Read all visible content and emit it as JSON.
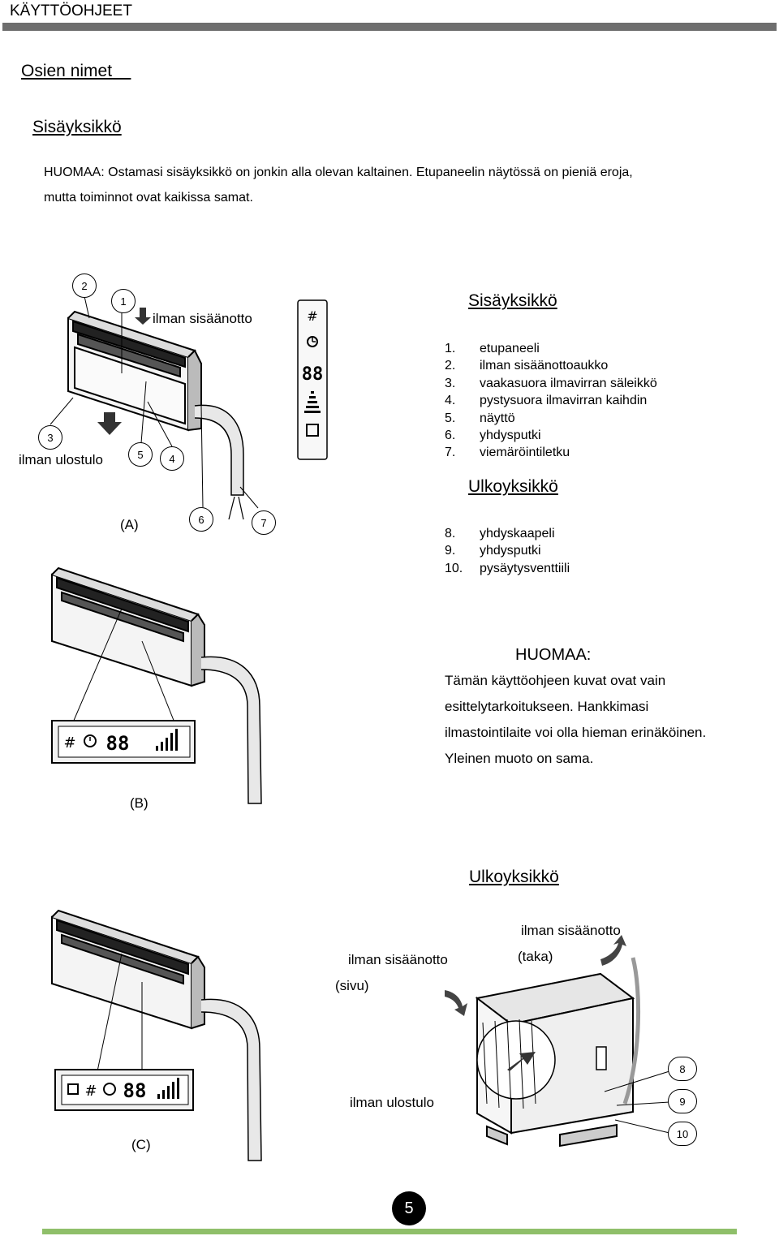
{
  "header": {
    "title": "KÄYTTÖOHJEET"
  },
  "section_title": "Osien nimet",
  "subsection_title": "Sisäyksikkö",
  "note": {
    "line1": "HUOMAA: Ostamasi sisäyksikkö on jonkin alla olevan kaltainen. Etupaneelin näytössä on pieniä eroja,",
    "line2": "mutta toiminnot ovat kaikissa samat."
  },
  "indoor_list": {
    "title": "Sisäyksikkö",
    "items": [
      {
        "num": "1.",
        "label": "etupaneeli"
      },
      {
        "num": "2.",
        "label": "ilman sisäänottoaukko"
      },
      {
        "num": "3.",
        "label": "vaakasuora ilmavirran säleikkö"
      },
      {
        "num": "4.",
        "label": "pystysuora ilmavirran kaihdin"
      },
      {
        "num": "5.",
        "label": "näyttö"
      },
      {
        "num": "6.",
        "label": "yhdysputki"
      },
      {
        "num": "7.",
        "label": "viemäröintiletku"
      }
    ]
  },
  "outdoor_list": {
    "title": "Ulkoyksikkö",
    "items": [
      {
        "num": "8.",
        "label": "yhdyskaapeli"
      },
      {
        "num": "9.",
        "label": "yhdysputki"
      },
      {
        "num": "10.",
        "label": "pysäytysventtiili"
      }
    ]
  },
  "huomaa_box": {
    "title": "HUOMAA:",
    "lines": [
      "Tämän käyttöohjeen kuvat ovat vain",
      "esittelytarkoitukseen. Hankkimasi",
      "ilmastointilaite voi olla hieman erinäköinen.",
      "Yleinen muoto on sama."
    ]
  },
  "outdoor_section_title": "Ulkoyksikkö",
  "diagram_labels": {
    "air_intake": "ilman sisäänotto",
    "air_outlet": "ilman ulostulo",
    "variant_a": "(A)",
    "variant_b": "(B)",
    "variant_c": "(C)",
    "outdoor_intake_side": "ilman sisäänotto",
    "side": "(sivu)",
    "outdoor_intake_back": "ilman sisäänotto",
    "back": "(taka)",
    "outdoor_outlet": "ilman ulostulo"
  },
  "callouts": [
    "1",
    "2",
    "3",
    "4",
    "5",
    "6",
    "7",
    "8",
    "9",
    "10"
  ],
  "page_number": "5"
}
